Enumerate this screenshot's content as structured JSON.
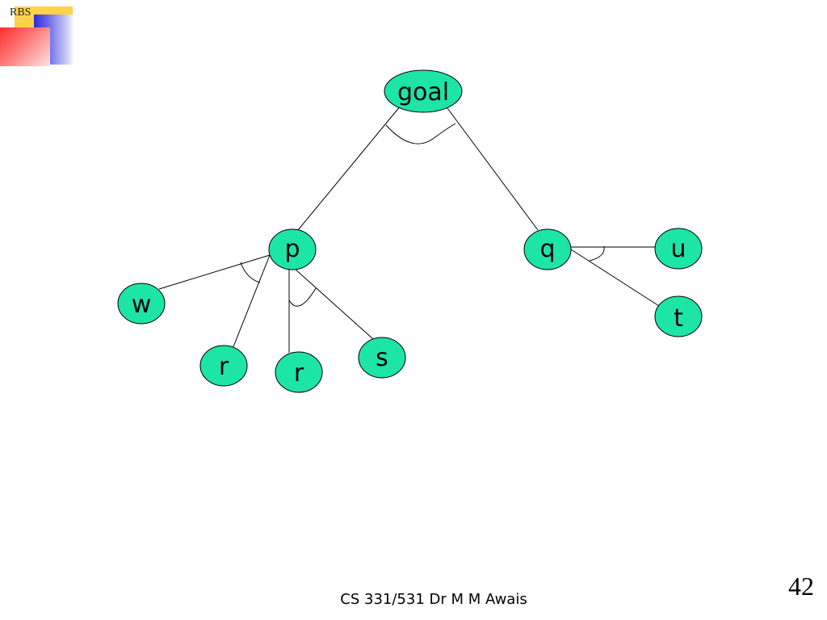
{
  "logo": {
    "text": "RBS"
  },
  "diagram": {
    "nodes": [
      {
        "id": "goal",
        "label": "goal"
      },
      {
        "id": "p",
        "label": "p"
      },
      {
        "id": "q",
        "label": "q"
      },
      {
        "id": "w",
        "label": "w"
      },
      {
        "id": "r1",
        "label": "r"
      },
      {
        "id": "r2",
        "label": "r"
      },
      {
        "id": "s",
        "label": "s"
      },
      {
        "id": "u",
        "label": "u"
      },
      {
        "id": "t",
        "label": "t"
      }
    ],
    "edges": [
      [
        "goal",
        "p"
      ],
      [
        "goal",
        "q"
      ],
      [
        "p",
        "w"
      ],
      [
        "p",
        "r1"
      ],
      [
        "p",
        "r2"
      ],
      [
        "p",
        "s"
      ],
      [
        "q",
        "u"
      ],
      [
        "q",
        "t"
      ]
    ],
    "node_color": "#1de5a5",
    "edge_color": "#000000"
  },
  "footer": {
    "text": "CS 331/531 Dr M M Awais"
  },
  "slide_number": "42"
}
